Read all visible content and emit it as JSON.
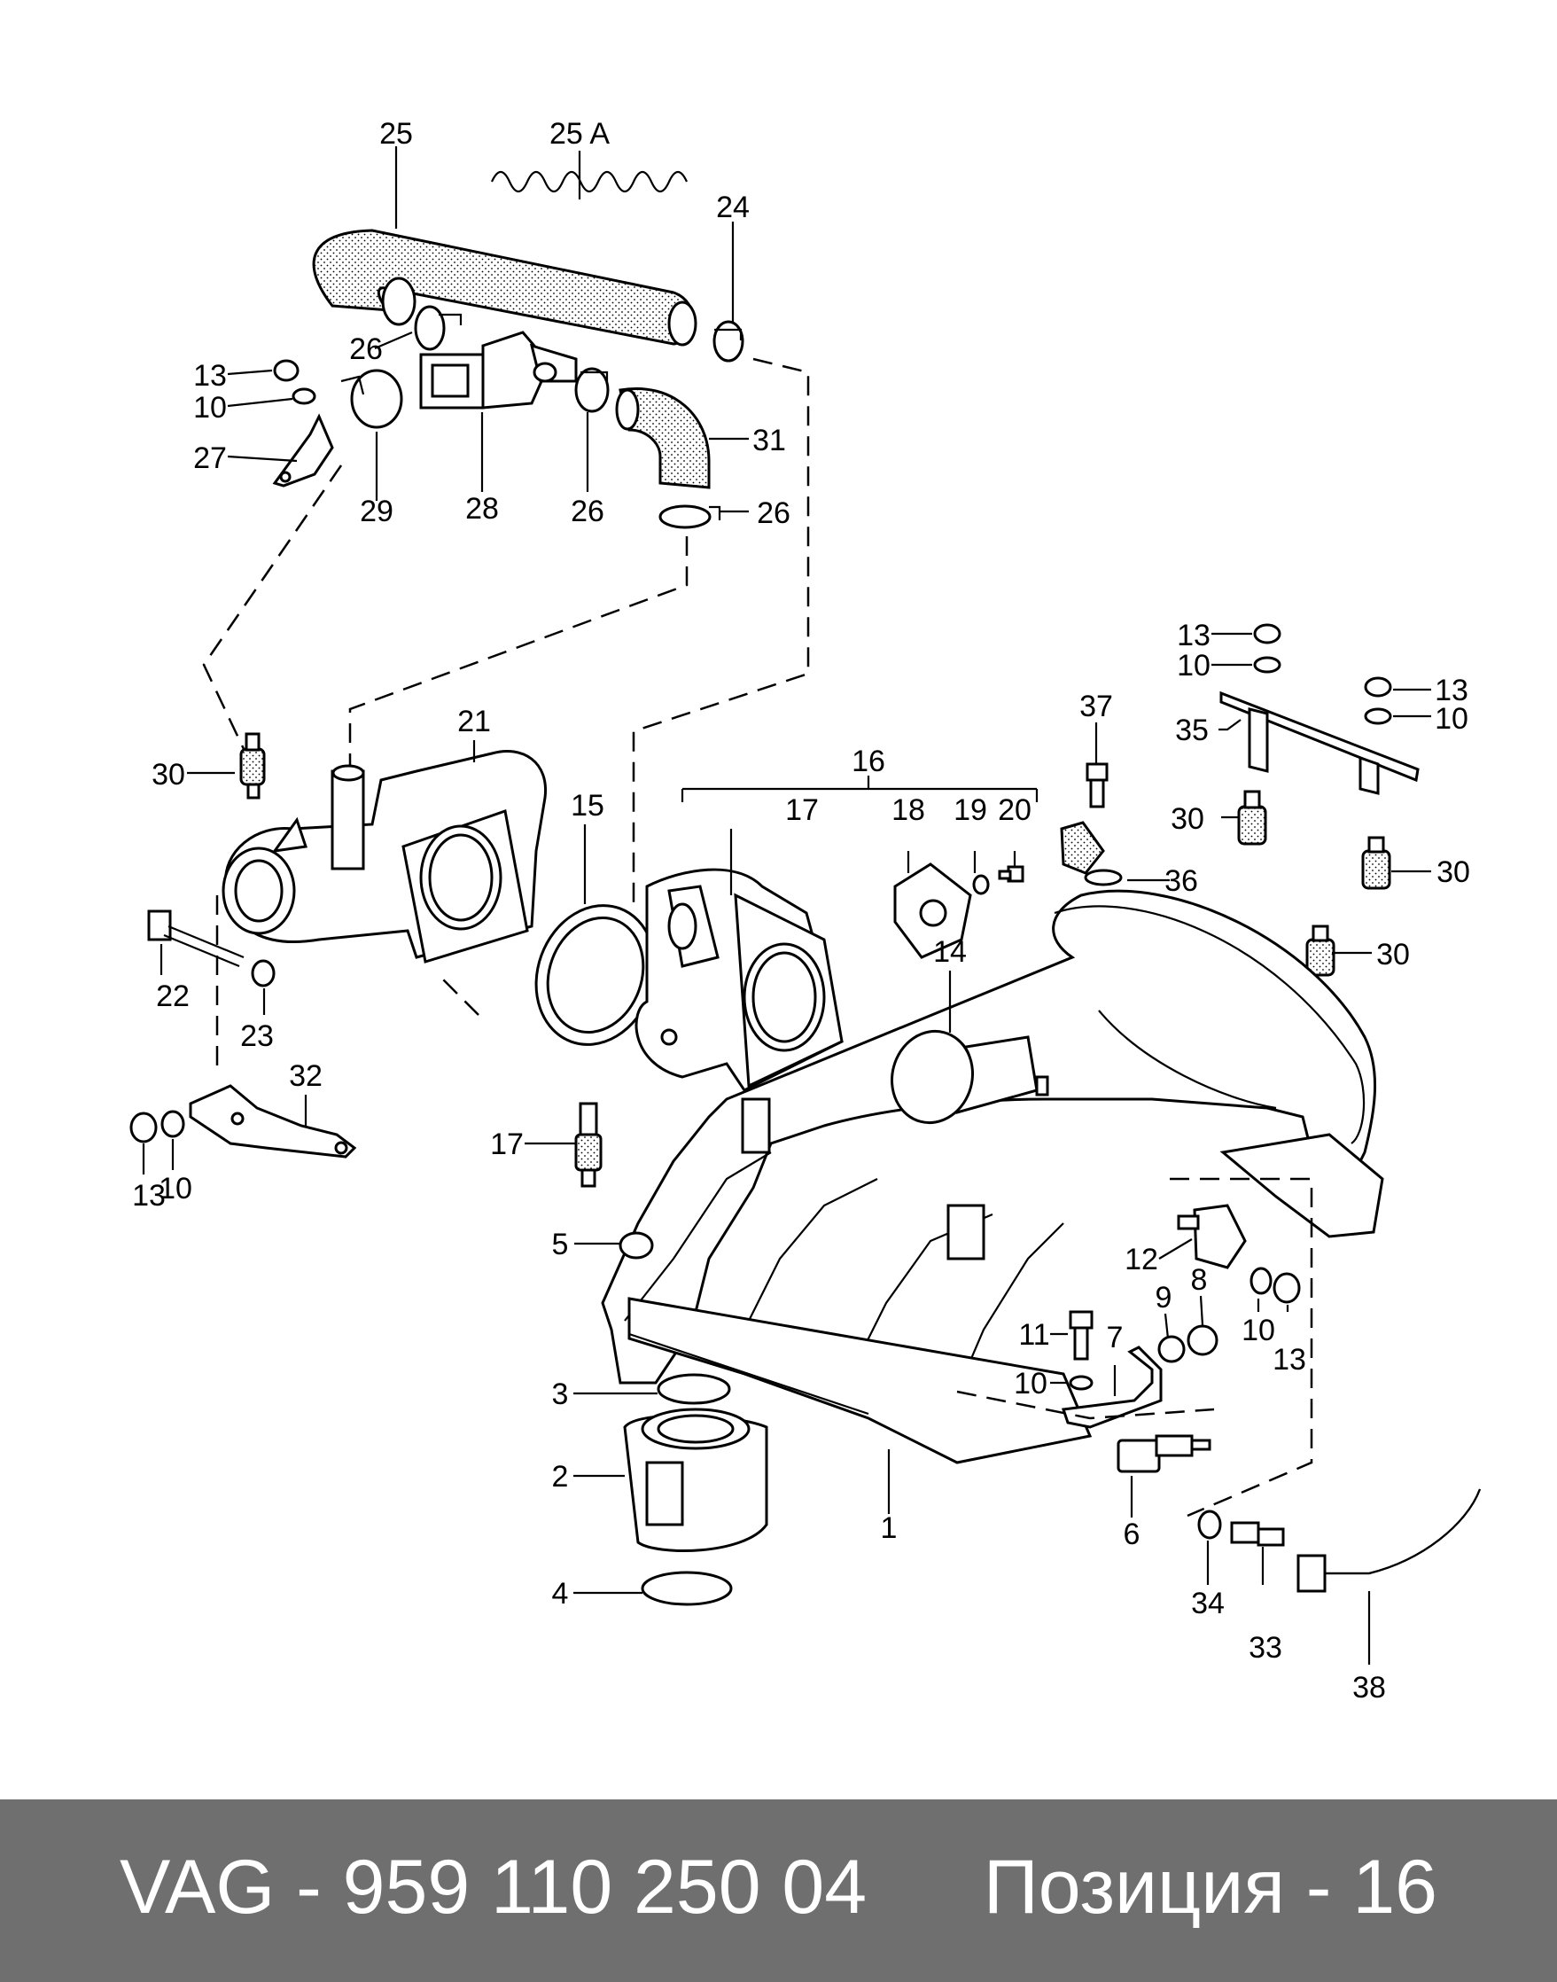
{
  "diagram": {
    "callouts": [
      {
        "id": "c25",
        "text": "25"
      },
      {
        "id": "c25a",
        "text": "25 A"
      },
      {
        "id": "c24",
        "text": "24"
      },
      {
        "id": "c26a",
        "text": "26"
      },
      {
        "id": "c13a",
        "text": "13"
      },
      {
        "id": "c10a",
        "text": "10"
      },
      {
        "id": "c27",
        "text": "27"
      },
      {
        "id": "c29",
        "text": "29"
      },
      {
        "id": "c28",
        "text": "28"
      },
      {
        "id": "c26b",
        "text": "26"
      },
      {
        "id": "c31",
        "text": "31"
      },
      {
        "id": "c26c",
        "text": "26"
      },
      {
        "id": "c13b",
        "text": "13"
      },
      {
        "id": "c10b",
        "text": "10"
      },
      {
        "id": "c13c",
        "text": "13"
      },
      {
        "id": "c10c",
        "text": "10"
      },
      {
        "id": "c35",
        "text": "35"
      },
      {
        "id": "c37",
        "text": "37"
      },
      {
        "id": "c30a",
        "text": "30"
      },
      {
        "id": "c30b",
        "text": "30"
      },
      {
        "id": "c30c",
        "text": "30"
      },
      {
        "id": "c30d",
        "text": "30"
      },
      {
        "id": "c21",
        "text": "21"
      },
      {
        "id": "c16",
        "text": "16"
      },
      {
        "id": "c15",
        "text": "15"
      },
      {
        "id": "c17a",
        "text": "17"
      },
      {
        "id": "c18",
        "text": "18"
      },
      {
        "id": "c19",
        "text": "19"
      },
      {
        "id": "c20",
        "text": "20"
      },
      {
        "id": "c36",
        "text": "36"
      },
      {
        "id": "c22",
        "text": "22"
      },
      {
        "id": "c23",
        "text": "23"
      },
      {
        "id": "c14",
        "text": "14"
      },
      {
        "id": "c32",
        "text": "32"
      },
      {
        "id": "c13d",
        "text": "13"
      },
      {
        "id": "c10d",
        "text": "10"
      },
      {
        "id": "c17b",
        "text": "17"
      },
      {
        "id": "c5",
        "text": "5"
      },
      {
        "id": "c12",
        "text": "12"
      },
      {
        "id": "c9",
        "text": "9"
      },
      {
        "id": "c8",
        "text": "8"
      },
      {
        "id": "c10e",
        "text": "10"
      },
      {
        "id": "c13e",
        "text": "13"
      },
      {
        "id": "c11",
        "text": "11"
      },
      {
        "id": "c7",
        "text": "7"
      },
      {
        "id": "c10f",
        "text": "10"
      },
      {
        "id": "c3",
        "text": "3"
      },
      {
        "id": "c2",
        "text": "2"
      },
      {
        "id": "c1",
        "text": "1"
      },
      {
        "id": "c6",
        "text": "6"
      },
      {
        "id": "c4",
        "text": "4"
      },
      {
        "id": "c34",
        "text": "34"
      },
      {
        "id": "c33",
        "text": "33"
      },
      {
        "id": "c38",
        "text": "38"
      }
    ]
  },
  "footer": {
    "part_number": "VAG - 959 110 250 04",
    "position": "Позиция - 16"
  }
}
